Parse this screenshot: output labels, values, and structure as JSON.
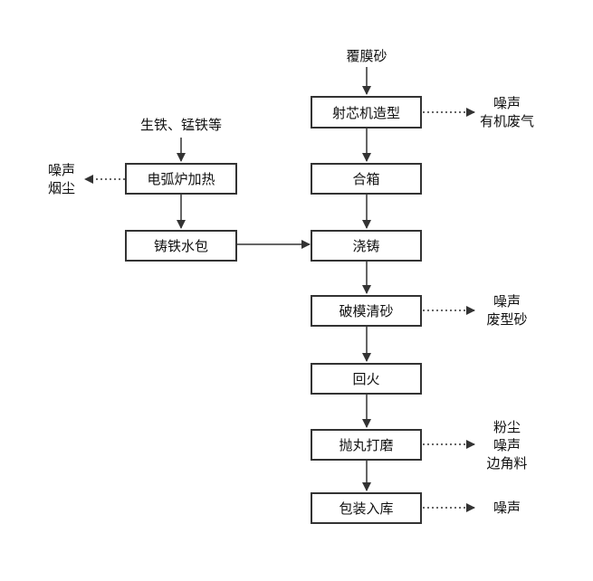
{
  "inputs": {
    "coated_sand": "覆膜砂",
    "raw_iron": "生铁、锰铁等"
  },
  "steps": {
    "core_molding": "射芯机造型",
    "mold_closing": "合箱",
    "pouring": "浇铸",
    "shakeout": "破模清砂",
    "tempering": "回火",
    "shot_blasting": "抛丸打磨",
    "packing": "包装入库",
    "arc_furnace": "电弧炉加热",
    "ladle": "铸铁水包"
  },
  "emissions": {
    "core_molding": [
      "噪声",
      "有机废气"
    ],
    "arc_furnace": [
      "噪声",
      "烟尘"
    ],
    "shakeout": [
      "噪声",
      "废型砂"
    ],
    "shot_blasting": [
      "粉尘",
      "噪声",
      "边角料"
    ],
    "packing": [
      "噪声"
    ]
  }
}
